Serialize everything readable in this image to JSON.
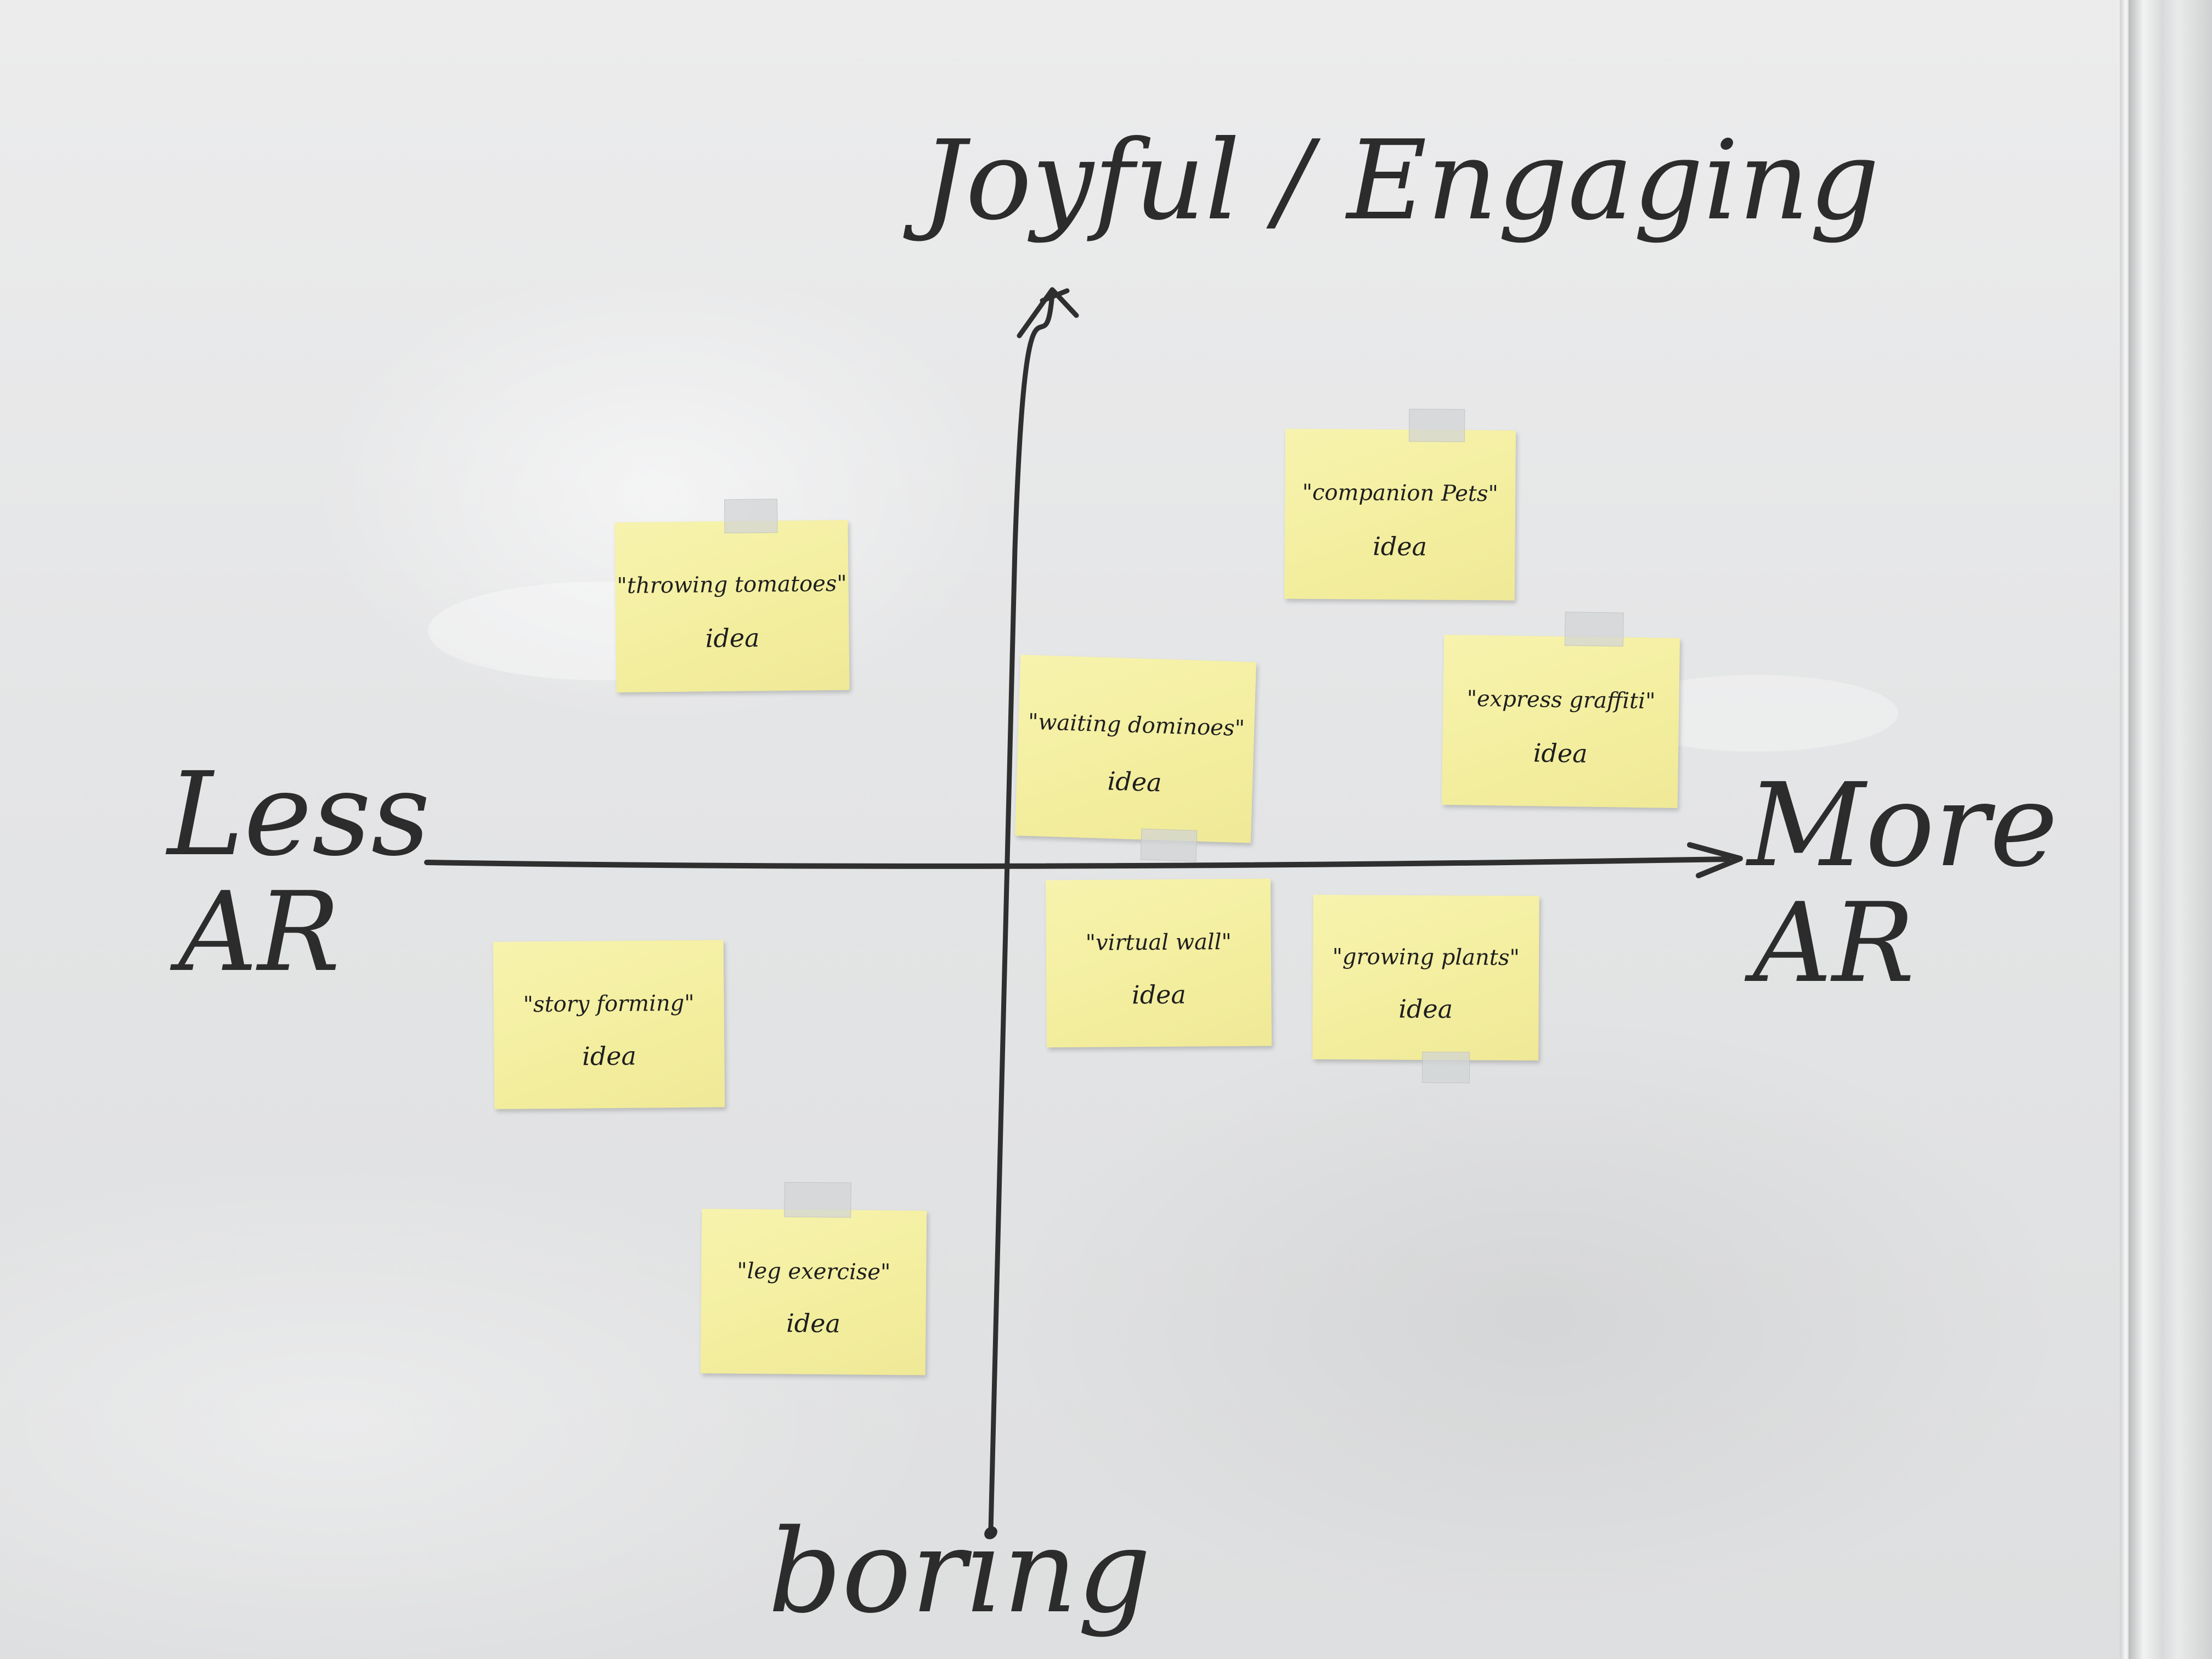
{
  "axes": {
    "top": "Joyful / Engaging",
    "bottom": "boring",
    "left_line1": "Less",
    "left_line2": "AR",
    "right_line1": "More",
    "right_line2": "AR"
  },
  "notes": [
    {
      "title": "\"throwing tomatoes\"",
      "kind": "idea"
    },
    {
      "title": "\"companion Pets\"",
      "kind": "idea"
    },
    {
      "title": "\"waiting dominoes\"",
      "kind": "idea"
    },
    {
      "title": "\"express graffiti\"",
      "kind": "idea"
    },
    {
      "title": "\"virtual wall\"",
      "kind": "idea"
    },
    {
      "title": "\"growing plants\"",
      "kind": "idea"
    },
    {
      "title": "\"story forming\"",
      "kind": "idea"
    },
    {
      "title": "\"leg exercise\"",
      "kind": "idea"
    }
  ]
}
